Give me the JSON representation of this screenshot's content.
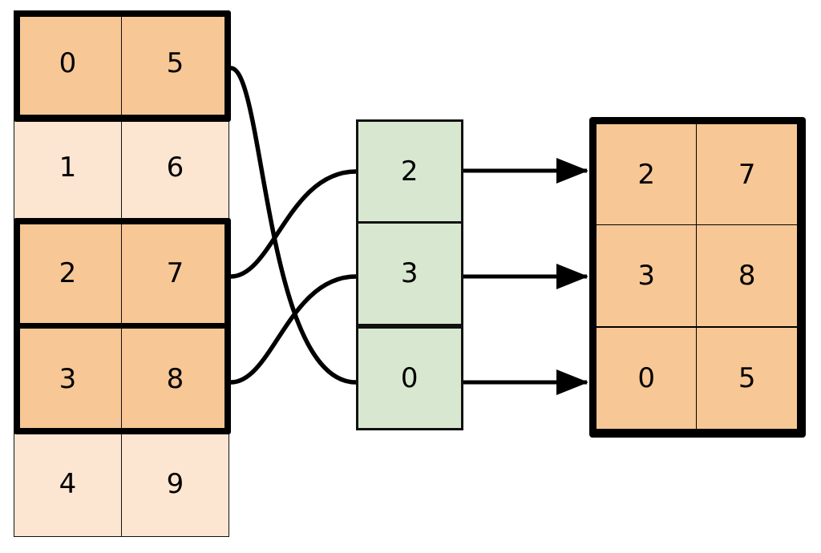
{
  "diagram": {
    "title": "Index lookup / row reordering diagram",
    "colors": {
      "highlight_fill": "#f7c795",
      "plain_fill": "#fce6d2",
      "index_fill": "#d8e8d0",
      "stroke": "#000000",
      "background": "#ffffff"
    }
  },
  "left_table": {
    "name": "source-table",
    "columns": 2,
    "rows": [
      {
        "key": "0",
        "value": "5",
        "highlighted": true
      },
      {
        "key": "1",
        "value": "6",
        "highlighted": false
      },
      {
        "key": "2",
        "value": "7",
        "highlighted": true
      },
      {
        "key": "3",
        "value": "8",
        "highlighted": true
      },
      {
        "key": "4",
        "value": "9",
        "highlighted": false
      }
    ]
  },
  "index_column": {
    "name": "index-column",
    "cells": [
      {
        "value": "2"
      },
      {
        "value": "3"
      },
      {
        "value": "0"
      }
    ]
  },
  "right_table": {
    "name": "result-table",
    "columns": 2,
    "rows": [
      {
        "key": "2",
        "value": "7"
      },
      {
        "key": "3",
        "value": "8"
      },
      {
        "key": "0",
        "value": "5"
      }
    ]
  },
  "connectors": {
    "curves": [
      {
        "from_row": 0,
        "to_index_cell": 2,
        "label": "row-0-to-index-2"
      },
      {
        "from_row": 2,
        "to_index_cell": 0,
        "label": "row-2-to-index-0"
      },
      {
        "from_row": 3,
        "to_index_cell": 1,
        "label": "row-3-to-index-1"
      }
    ],
    "arrows": [
      {
        "from_index_cell": 0,
        "to_result_row": 0
      },
      {
        "from_index_cell": 1,
        "to_result_row": 1
      },
      {
        "from_index_cell": 2,
        "to_result_row": 2
      }
    ]
  }
}
